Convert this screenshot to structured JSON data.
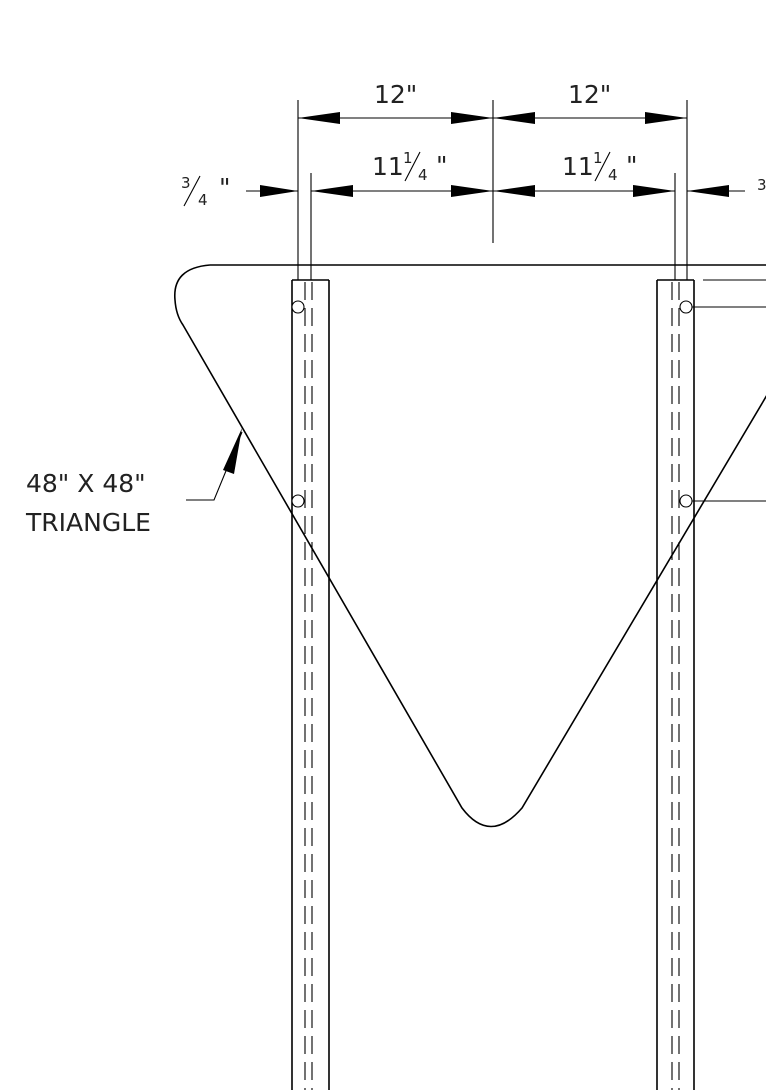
{
  "dimensions": {
    "top_left": "12\"",
    "top_right": "12\"",
    "inner_left_whole": "11",
    "inner_left_num": "1",
    "inner_left_den": "4",
    "inner_left_unit": "\"",
    "inner_right_whole": "11",
    "inner_right_num": "1",
    "inner_right_den": "4",
    "inner_right_unit": "\"",
    "edge_left_num": "3",
    "edge_left_den": "4",
    "edge_left_unit": "\"",
    "edge_right_num": "3"
  },
  "callout": {
    "line1": "48\" X  48\"",
    "line2": "TRIANGLE"
  }
}
